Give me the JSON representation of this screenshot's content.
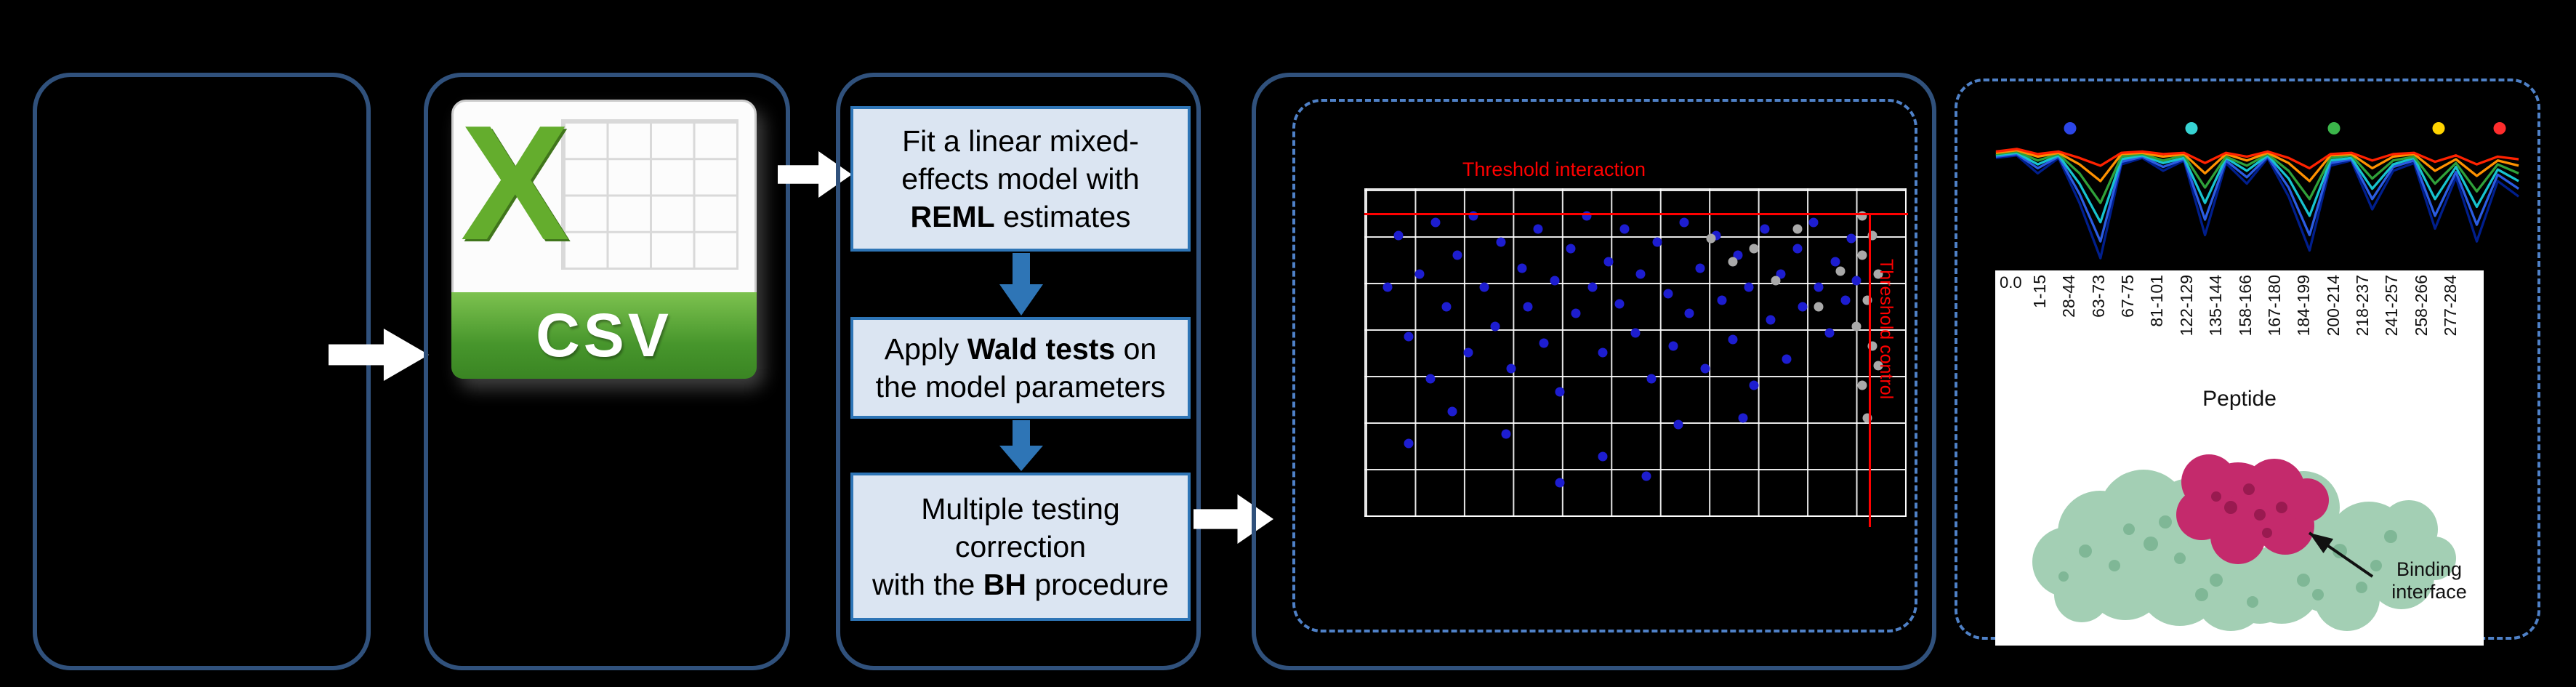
{
  "canvas": {
    "bg": "#000000"
  },
  "csv_panel": {
    "file_letter": "X",
    "file_label": "CSV"
  },
  "flow": {
    "steps": [
      {
        "lines": [
          [
            {
              "t": "Fit a linear mixed-"
            }
          ],
          [
            {
              "t": "effects model with"
            }
          ],
          [
            {
              "t": "REML",
              "b": true
            },
            {
              "t": " estimates"
            }
          ]
        ]
      },
      {
        "lines": [
          [
            {
              "t": "Apply "
            },
            {
              "t": "Wald tests",
              "b": true
            },
            {
              "t": " on"
            }
          ],
          [
            {
              "t": "the model parameters"
            }
          ]
        ]
      },
      {
        "lines": [
          [
            {
              "t": "Multiple testing"
            }
          ],
          [
            {
              "t": "correction"
            }
          ],
          [
            {
              "t": "with the "
            },
            {
              "t": "BH",
              "b": true
            },
            {
              "t": " procedure"
            }
          ]
        ]
      }
    ]
  },
  "scatter": {
    "title": "Threshold interaction",
    "side_label": "Threshold control",
    "title_color": "#ff0000",
    "line_color": "#ff0000",
    "main_color": "#1d1dd0",
    "secondary_color": "#a9a9a9",
    "points_main": [
      [
        4,
        30
      ],
      [
        6,
        14
      ],
      [
        8,
        45
      ],
      [
        10,
        26
      ],
      [
        12,
        58
      ],
      [
        13,
        10
      ],
      [
        15,
        36
      ],
      [
        17,
        20
      ],
      [
        19,
        50
      ],
      [
        20,
        8
      ],
      [
        22,
        30
      ],
      [
        24,
        42
      ],
      [
        25,
        16
      ],
      [
        27,
        55
      ],
      [
        29,
        24
      ],
      [
        30,
        36
      ],
      [
        32,
        12
      ],
      [
        33,
        47
      ],
      [
        35,
        28
      ],
      [
        36,
        62
      ],
      [
        38,
        18
      ],
      [
        39,
        38
      ],
      [
        41,
        8
      ],
      [
        42,
        30
      ],
      [
        44,
        50
      ],
      [
        45,
        22
      ],
      [
        47,
        35
      ],
      [
        48,
        12
      ],
      [
        50,
        44
      ],
      [
        51,
        26
      ],
      [
        53,
        58
      ],
      [
        54,
        16
      ],
      [
        56,
        32
      ],
      [
        57,
        48
      ],
      [
        59,
        10
      ],
      [
        60,
        38
      ],
      [
        62,
        24
      ],
      [
        63,
        55
      ],
      [
        65,
        14
      ],
      [
        66,
        34
      ],
      [
        68,
        46
      ],
      [
        69,
        20
      ],
      [
        71,
        30
      ],
      [
        72,
        60
      ],
      [
        74,
        12
      ],
      [
        75,
        40
      ],
      [
        77,
        26
      ],
      [
        78,
        52
      ],
      [
        80,
        18
      ],
      [
        81,
        36
      ],
      [
        83,
        10
      ],
      [
        84,
        30
      ],
      [
        86,
        44
      ],
      [
        87,
        22
      ],
      [
        89,
        34
      ],
      [
        26,
        75
      ],
      [
        44,
        82
      ],
      [
        58,
        72
      ],
      [
        16,
        68
      ],
      [
        36,
        90
      ],
      [
        52,
        88
      ],
      [
        70,
        70
      ],
      [
        8,
        78
      ],
      [
        90,
        15
      ],
      [
        91,
        28
      ]
    ],
    "points_secondary": [
      [
        92,
        20
      ],
      [
        93,
        34
      ],
      [
        94,
        48
      ],
      [
        92,
        60
      ],
      [
        95,
        26
      ],
      [
        93,
        70
      ],
      [
        94,
        14
      ],
      [
        91,
        42
      ],
      [
        95,
        54
      ],
      [
        92,
        8
      ],
      [
        72,
        18
      ],
      [
        76,
        28
      ],
      [
        80,
        12
      ],
      [
        68,
        22
      ],
      [
        84,
        36
      ],
      [
        64,
        15
      ],
      [
        88,
        25
      ]
    ]
  },
  "profile": {
    "y_tick": "0.0",
    "legend_dots": [
      {
        "color": "#2c46e8",
        "x": 16
      },
      {
        "color": "#37d3d3",
        "x": 38
      },
      {
        "color": "#3bb54a",
        "x": 64
      },
      {
        "color": "#ffd400",
        "x": 83
      },
      {
        "color": "#ff2d2d",
        "x": 94
      }
    ],
    "series": [
      {
        "name": "navy",
        "color": "#001e8c",
        "values": [
          0.9,
          0.92,
          0.78,
          0.9,
          0.55,
          0.12,
          0.85,
          0.9,
          0.8,
          0.88,
          0.3,
          0.86,
          0.7,
          0.9,
          0.6,
          0.18,
          0.84,
          0.88,
          0.5,
          0.8,
          0.86,
          0.35,
          0.75,
          0.25,
          0.72,
          0.6
        ]
      },
      {
        "name": "blue",
        "color": "#2b5ce2",
        "values": [
          0.91,
          0.93,
          0.82,
          0.91,
          0.62,
          0.25,
          0.87,
          0.91,
          0.83,
          0.89,
          0.42,
          0.88,
          0.75,
          0.91,
          0.67,
          0.3,
          0.86,
          0.89,
          0.58,
          0.83,
          0.88,
          0.45,
          0.79,
          0.38,
          0.77,
          0.66
        ]
      },
      {
        "name": "teal",
        "color": "#17c3cf",
        "values": [
          0.92,
          0.94,
          0.85,
          0.92,
          0.7,
          0.4,
          0.89,
          0.92,
          0.86,
          0.9,
          0.55,
          0.9,
          0.8,
          0.92,
          0.74,
          0.45,
          0.88,
          0.9,
          0.66,
          0.85,
          0.9,
          0.58,
          0.83,
          0.52,
          0.81,
          0.72
        ]
      },
      {
        "name": "green",
        "color": "#2fa13a",
        "values": [
          0.93,
          0.95,
          0.88,
          0.93,
          0.78,
          0.55,
          0.91,
          0.93,
          0.88,
          0.92,
          0.67,
          0.91,
          0.84,
          0.93,
          0.8,
          0.58,
          0.9,
          0.92,
          0.74,
          0.88,
          0.91,
          0.7,
          0.86,
          0.64,
          0.85,
          0.78
        ]
      },
      {
        "name": "orange",
        "color": "#ff9100",
        "values": [
          0.94,
          0.96,
          0.91,
          0.94,
          0.85,
          0.72,
          0.93,
          0.94,
          0.91,
          0.93,
          0.78,
          0.93,
          0.88,
          0.94,
          0.86,
          0.72,
          0.92,
          0.93,
          0.82,
          0.91,
          0.93,
          0.8,
          0.89,
          0.76,
          0.88,
          0.84
        ]
      },
      {
        "name": "red",
        "color": "#ff2200",
        "values": [
          0.95,
          0.97,
          0.93,
          0.95,
          0.9,
          0.84,
          0.94,
          0.95,
          0.93,
          0.94,
          0.86,
          0.94,
          0.91,
          0.95,
          0.9,
          0.82,
          0.93,
          0.94,
          0.88,
          0.93,
          0.94,
          0.87,
          0.92,
          0.85,
          0.91,
          0.89
        ]
      }
    ]
  },
  "peptide_axis": {
    "labels": [
      "1-15",
      "28-44",
      "63-73",
      "67-75",
      "81-101",
      "122-129",
      "135-144",
      "158-166",
      "167-180",
      "184-199",
      "200-214",
      "218-237",
      "241-257",
      "258-266",
      "277-284"
    ],
    "axis_label": "Peptide"
  },
  "protein": {
    "annotation": "Binding interface",
    "surface_color": "#a3cfb4",
    "surface_shade": "#7fb796",
    "interface_color": "#c42a6c",
    "interface_shade": "#991a50"
  }
}
